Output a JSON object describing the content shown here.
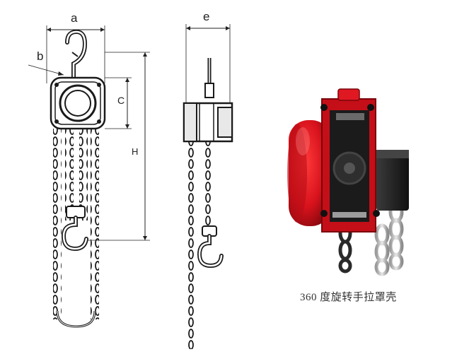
{
  "dimensions": {
    "a": "a",
    "b": "b",
    "c": "C",
    "h": "H",
    "e": "e"
  },
  "photo": {
    "caption": "360 度旋转手拉罩壳",
    "housing_color": "#d8121c"
  }
}
